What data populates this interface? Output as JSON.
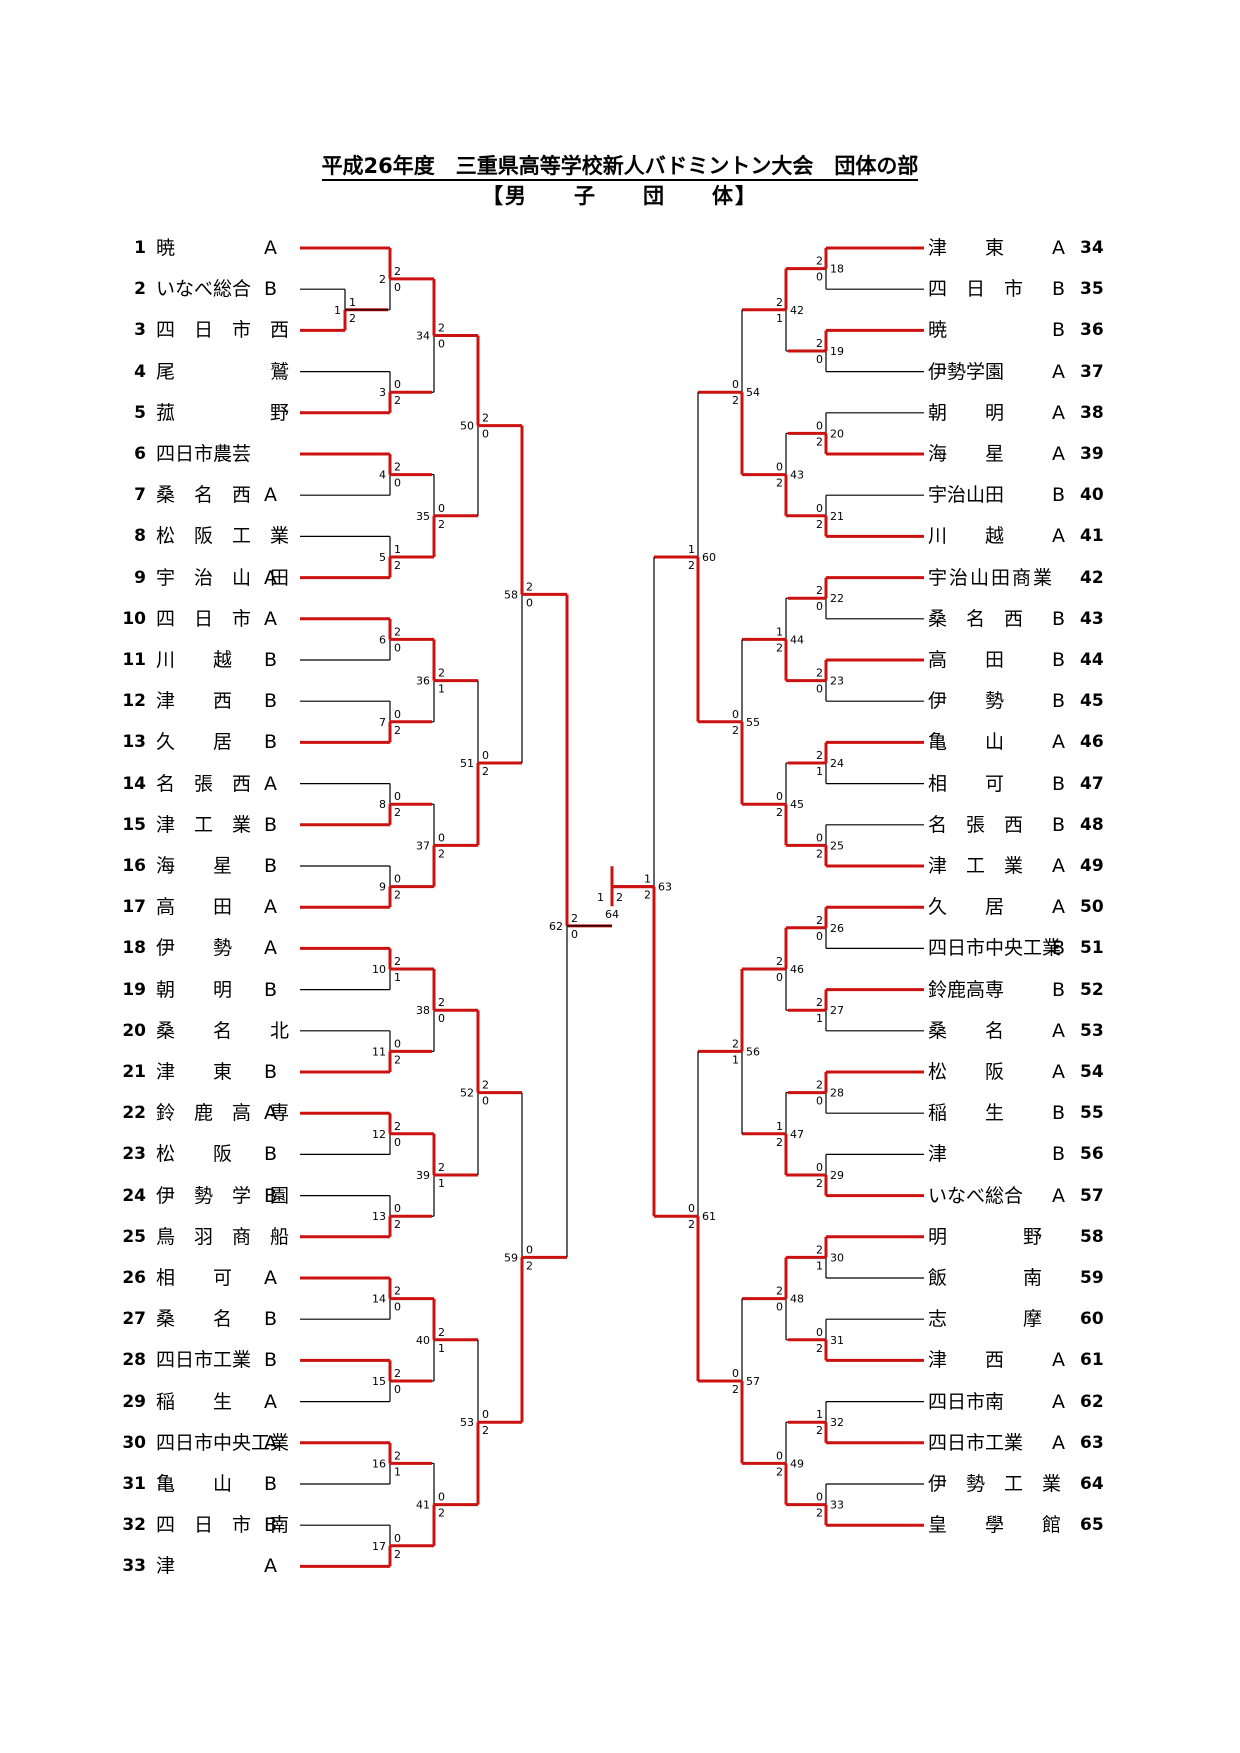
{
  "title": "平成26年度　三重県高等学校新人バドミントン大会　団体の部",
  "subtitle_parts": [
    "【男",
    "子",
    "団",
    "体】"
  ],
  "colors": {
    "winner": "#cc1111",
    "line": "#000000"
  },
  "left_teams": [
    {
      "no": "1",
      "name": "暁",
      "suffix": "A"
    },
    {
      "no": "2",
      "name": "いなべ総合",
      "suffix": "B"
    },
    {
      "no": "3",
      "name": "四　日　市　西",
      "suffix": ""
    },
    {
      "no": "4",
      "name": "尾　　　　　鷲",
      "suffix": ""
    },
    {
      "no": "5",
      "name": "菰　　　　　野",
      "suffix": ""
    },
    {
      "no": "6",
      "name": "四日市農芸",
      "suffix": ""
    },
    {
      "no": "7",
      "name": "桑　名　西",
      "suffix": "A"
    },
    {
      "no": "8",
      "name": "松　阪　工　業",
      "suffix": ""
    },
    {
      "no": "9",
      "name": "宇　治　山　田",
      "suffix": "A"
    },
    {
      "no": "10",
      "name": "四　日　市",
      "suffix": "A"
    },
    {
      "no": "11",
      "name": "川　　越",
      "suffix": "B"
    },
    {
      "no": "12",
      "name": "津　　西",
      "suffix": "B"
    },
    {
      "no": "13",
      "name": "久　　居",
      "suffix": "B"
    },
    {
      "no": "14",
      "name": "名　張　西",
      "suffix": "A"
    },
    {
      "no": "15",
      "name": "津　工　業",
      "suffix": "B"
    },
    {
      "no": "16",
      "name": "海　　星",
      "suffix": "B"
    },
    {
      "no": "17",
      "name": "高　　田",
      "suffix": "A"
    },
    {
      "no": "18",
      "name": "伊　　勢",
      "suffix": "A"
    },
    {
      "no": "19",
      "name": "朝　　明",
      "suffix": "B"
    },
    {
      "no": "20",
      "name": "桑　　名　　北",
      "suffix": ""
    },
    {
      "no": "21",
      "name": "津　　東",
      "suffix": "B"
    },
    {
      "no": "22",
      "name": "鈴　鹿　高　専",
      "suffix": "A"
    },
    {
      "no": "23",
      "name": "松　　阪",
      "suffix": "B"
    },
    {
      "no": "24",
      "name": "伊　勢　学　園",
      "suffix": "B"
    },
    {
      "no": "25",
      "name": "鳥　羽　商　船",
      "suffix": ""
    },
    {
      "no": "26",
      "name": "相　　可",
      "suffix": "A"
    },
    {
      "no": "27",
      "name": "桑　　名",
      "suffix": "B"
    },
    {
      "no": "28",
      "name": "四日市工業",
      "suffix": "B"
    },
    {
      "no": "29",
      "name": "稲　　生",
      "suffix": "A"
    },
    {
      "no": "30",
      "name": "四日市中央工業",
      "suffix": "A"
    },
    {
      "no": "31",
      "name": "亀　　山",
      "suffix": "B"
    },
    {
      "no": "32",
      "name": "四　日　市　南",
      "suffix": "B"
    },
    {
      "no": "33",
      "name": "津",
      "suffix": "A"
    }
  ],
  "right_teams": [
    {
      "no": "34",
      "name": "津　　東",
      "suffix": "A"
    },
    {
      "no": "35",
      "name": "四　日　市",
      "suffix": "B"
    },
    {
      "no": "36",
      "name": "暁",
      "suffix": "B"
    },
    {
      "no": "37",
      "name": "伊勢学園",
      "suffix": "A"
    },
    {
      "no": "38",
      "name": "朝　　明",
      "suffix": "A"
    },
    {
      "no": "39",
      "name": "海　　星",
      "suffix": "A"
    },
    {
      "no": "40",
      "name": "宇治山田",
      "suffix": "B"
    },
    {
      "no": "41",
      "name": "川　　越",
      "suffix": "A"
    },
    {
      "no": "42",
      "name": "宇治山田商業",
      "suffix": ""
    },
    {
      "no": "43",
      "name": "桑　名　西",
      "suffix": "B"
    },
    {
      "no": "44",
      "name": "高　　田",
      "suffix": "B"
    },
    {
      "no": "45",
      "name": "伊　　勢",
      "suffix": "B"
    },
    {
      "no": "46",
      "name": "亀　　山",
      "suffix": "A"
    },
    {
      "no": "47",
      "name": "相　　可",
      "suffix": "B"
    },
    {
      "no": "48",
      "name": "名　張　西",
      "suffix": "B"
    },
    {
      "no": "49",
      "name": "津　工　業",
      "suffix": "A"
    },
    {
      "no": "50",
      "name": "久　　居",
      "suffix": "A"
    },
    {
      "no": "51",
      "name": "四日市中央工業",
      "suffix": "B"
    },
    {
      "no": "52",
      "name": "鈴鹿高専",
      "suffix": "B"
    },
    {
      "no": "53",
      "name": "桑　　名",
      "suffix": "A"
    },
    {
      "no": "54",
      "name": "松　　阪",
      "suffix": "A"
    },
    {
      "no": "55",
      "name": "稲　　生",
      "suffix": "B"
    },
    {
      "no": "56",
      "name": "津",
      "suffix": "B"
    },
    {
      "no": "57",
      "name": "いなべ総合",
      "suffix": "A"
    },
    {
      "no": "58",
      "name": "明　　　　野",
      "suffix": ""
    },
    {
      "no": "59",
      "name": "飯　　　　南",
      "suffix": ""
    },
    {
      "no": "60",
      "name": "志　　　　摩",
      "suffix": ""
    },
    {
      "no": "61",
      "name": "津　　西",
      "suffix": "A"
    },
    {
      "no": "62",
      "name": "四日市南",
      "suffix": "A"
    },
    {
      "no": "63",
      "name": "四日市工業",
      "suffix": "A"
    },
    {
      "no": "64",
      "name": "伊　勢　工　業",
      "suffix": ""
    },
    {
      "no": "65",
      "name": "皇　　學　　館",
      "suffix": ""
    }
  ],
  "left_scores": {
    "r1_match": {
      "no": "1",
      "top": "1",
      "bottom": "2"
    },
    "r2": [
      {
        "no": "2",
        "top": "2",
        "bottom": "0"
      },
      {
        "no": "3",
        "top": "0",
        "bottom": "2"
      },
      {
        "no": "4",
        "top": "2",
        "bottom": "0"
      },
      {
        "no": "5",
        "top": "1",
        "bottom": "2"
      },
      {
        "no": "6",
        "top": "2",
        "bottom": "0"
      },
      {
        "no": "7",
        "top": "0",
        "bottom": "2"
      },
      {
        "no": "8",
        "top": "0",
        "bottom": "2"
      },
      {
        "no": "9",
        "top": "0",
        "bottom": "2"
      },
      {
        "no": "10",
        "top": "2",
        "bottom": "1"
      },
      {
        "no": "11",
        "top": "0",
        "bottom": "2"
      },
      {
        "no": "12",
        "top": "2",
        "bottom": "0"
      },
      {
        "no": "13",
        "top": "0",
        "bottom": "2"
      },
      {
        "no": "14",
        "top": "2",
        "bottom": "0"
      },
      {
        "no": "15",
        "top": "2",
        "bottom": "0"
      },
      {
        "no": "16",
        "top": "2",
        "bottom": "1"
      },
      {
        "no": "17",
        "top": "0",
        "bottom": "2"
      }
    ],
    "r3": [
      {
        "no": "34",
        "top": "2",
        "bottom": "0"
      },
      {
        "no": "35",
        "top": "0",
        "bottom": "2"
      },
      {
        "no": "36",
        "top": "2",
        "bottom": "1"
      },
      {
        "no": "37",
        "top": "0",
        "bottom": "2"
      },
      {
        "no": "38",
        "top": "2",
        "bottom": "0"
      },
      {
        "no": "39",
        "top": "2",
        "bottom": "1"
      },
      {
        "no": "40",
        "top": "2",
        "bottom": "1"
      },
      {
        "no": "41",
        "top": "0",
        "bottom": "2"
      }
    ],
    "r4": [
      {
        "no": "50",
        "top": "2",
        "bottom": "0"
      },
      {
        "no": "51",
        "top": "0",
        "bottom": "2"
      },
      {
        "no": "52",
        "top": "2",
        "bottom": "0"
      },
      {
        "no": "53",
        "top": "0",
        "bottom": "2"
      }
    ],
    "r5": [
      {
        "no": "58",
        "top": "2",
        "bottom": "0"
      },
      {
        "no": "59",
        "top": "0",
        "bottom": "2"
      }
    ],
    "r6": {
      "no": "62",
      "top": "2",
      "bottom": "0"
    }
  },
  "right_scores": {
    "r2": [
      {
        "no": "18",
        "top": "2",
        "bottom": "0"
      },
      {
        "no": "19",
        "top": "2",
        "bottom": "0"
      },
      {
        "no": "20",
        "top": "0",
        "bottom": "2"
      },
      {
        "no": "21",
        "top": "0",
        "bottom": "2"
      },
      {
        "no": "22",
        "top": "2",
        "bottom": "0"
      },
      {
        "no": "23",
        "top": "2",
        "bottom": "0"
      },
      {
        "no": "24",
        "top": "2",
        "bottom": "1"
      },
      {
        "no": "25",
        "top": "0",
        "bottom": "2"
      },
      {
        "no": "26",
        "top": "2",
        "bottom": "0"
      },
      {
        "no": "27",
        "top": "2",
        "bottom": "1"
      },
      {
        "no": "28",
        "top": "2",
        "bottom": "0"
      },
      {
        "no": "29",
        "top": "0",
        "bottom": "2"
      },
      {
        "no": "30",
        "top": "2",
        "bottom": "1"
      },
      {
        "no": "31",
        "top": "0",
        "bottom": "2"
      },
      {
        "no": "32",
        "top": "1",
        "bottom": "2"
      },
      {
        "no": "33",
        "top": "0",
        "bottom": "2"
      }
    ],
    "r3": [
      {
        "no": "42",
        "top": "2",
        "bottom": "1"
      },
      {
        "no": "43",
        "top": "0",
        "bottom": "2"
      },
      {
        "no": "44",
        "top": "1",
        "bottom": "2"
      },
      {
        "no": "45",
        "top": "0",
        "bottom": "2"
      },
      {
        "no": "46",
        "top": "2",
        "bottom": "0"
      },
      {
        "no": "47",
        "top": "1",
        "bottom": "2"
      },
      {
        "no": "48",
        "top": "2",
        "bottom": "0"
      },
      {
        "no": "49",
        "top": "0",
        "bottom": "2"
      }
    ],
    "r4": [
      {
        "no": "54",
        "top": "0",
        "bottom": "2"
      },
      {
        "no": "55",
        "top": "0",
        "bottom": "2"
      },
      {
        "no": "56",
        "top": "2",
        "bottom": "1"
      },
      {
        "no": "57",
        "top": "0",
        "bottom": "2"
      }
    ],
    "r5": [
      {
        "no": "60",
        "top": "1",
        "bottom": "2"
      },
      {
        "no": "61",
        "top": "0",
        "bottom": "2"
      }
    ],
    "r6": {
      "no": "63",
      "top": "1",
      "bottom": "2"
    }
  },
  "final": {
    "no": "64",
    "left": "1",
    "right": "2"
  }
}
